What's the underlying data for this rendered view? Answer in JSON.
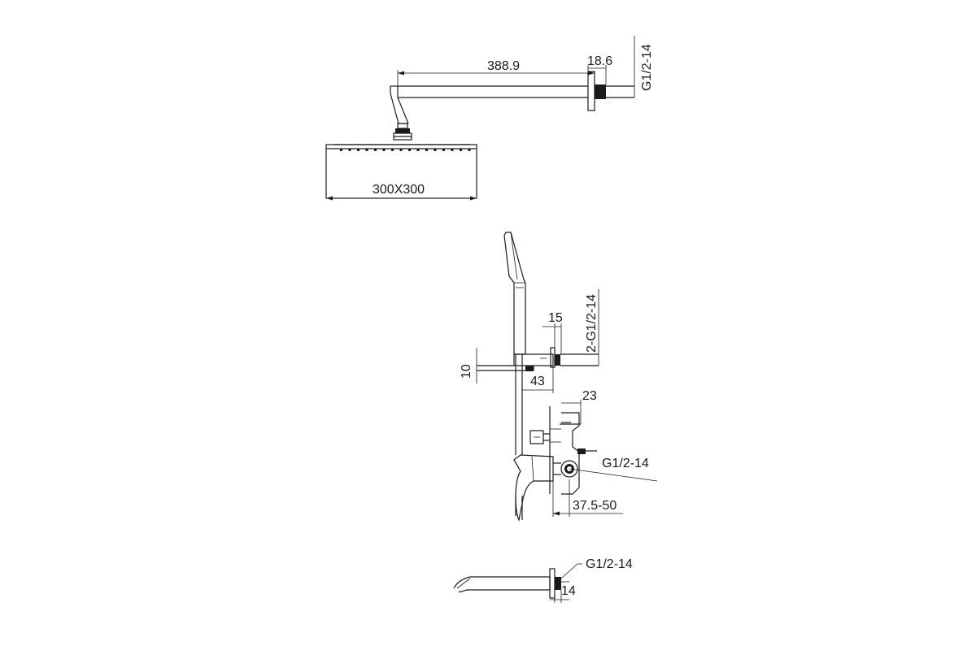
{
  "diagram": {
    "colors": {
      "line": "#1a1a1a",
      "background": "#ffffff"
    },
    "labels": {
      "arm_length": "388.9",
      "flange_depth": "18.6",
      "thread_top": "G1/2-14",
      "head_size": "300X300",
      "holder_depth": "15",
      "thread_dual": "2-G1/2-14",
      "slide_offset": "10",
      "slide_width": "43",
      "valve_depth": "23",
      "thread_valve": "G1/2-14",
      "wall_range": "37.5-50",
      "thread_spout": "G1/2-14",
      "spout_flange": "14"
    }
  }
}
